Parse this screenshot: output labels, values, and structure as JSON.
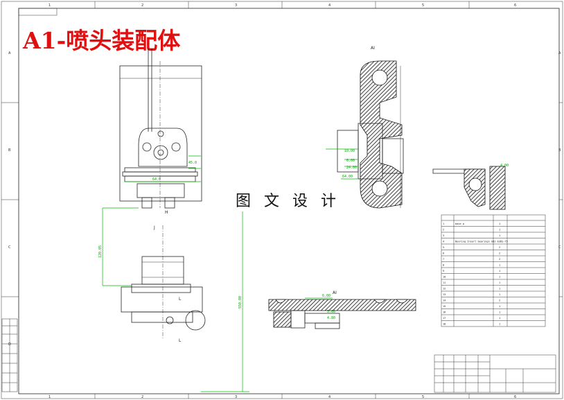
{
  "sheet": {
    "title": "A1-喷头装配体",
    "watermark": "图 文 设 计",
    "zones_cols": [
      "1",
      "2",
      "3",
      "4",
      "5",
      "6"
    ],
    "zones_rows": [
      "A",
      "B",
      "C",
      "D"
    ]
  },
  "views": {
    "section_mark_top": "AI",
    "section_mark_bottom": "AI",
    "left_marks": [
      "H",
      "J",
      "L",
      "L"
    ],
    "dims_front": [
      "45.0",
      "64.0"
    ],
    "dims_side": [
      "10.00",
      "6.00",
      "24.00",
      "64.00"
    ],
    "dims_detail": [
      "4.00"
    ],
    "dims_bottom": [
      "6.00",
      "5.00",
      "4.80"
    ],
    "dims_vertical": [
      "120.05",
      "550.00"
    ]
  },
  "bom": {
    "rows": [
      {
        "no": "1",
        "name": "base p",
        "qty": "1"
      },
      {
        "no": "2",
        "name": "",
        "qty": "1"
      },
      {
        "no": "3",
        "name": "",
        "qty": "1"
      },
      {
        "no": "4",
        "name": "Bearing Insert bearings GB1-E-DS-75",
        "qty": "2"
      },
      {
        "no": "5",
        "name": "",
        "qty": "2"
      },
      {
        "no": "6",
        "name": "",
        "qty": "2"
      },
      {
        "no": "7",
        "name": "",
        "qty": "2"
      },
      {
        "no": "8",
        "name": "",
        "qty": "1"
      },
      {
        "no": "9",
        "name": "",
        "qty": "1"
      },
      {
        "no": "10",
        "name": "",
        "qty": "1"
      },
      {
        "no": "11",
        "name": "",
        "qty": "1"
      },
      {
        "no": "12",
        "name": "",
        "qty": "1"
      },
      {
        "no": "13",
        "name": "",
        "qty": "1"
      },
      {
        "no": "14",
        "name": "",
        "qty": "2"
      },
      {
        "no": "15",
        "name": "",
        "qty": "1"
      },
      {
        "no": "16",
        "name": "",
        "qty": "1"
      },
      {
        "no": "17",
        "name": "",
        "qty": "1"
      },
      {
        "no": "18",
        "name": "",
        "qty": "1"
      }
    ]
  }
}
